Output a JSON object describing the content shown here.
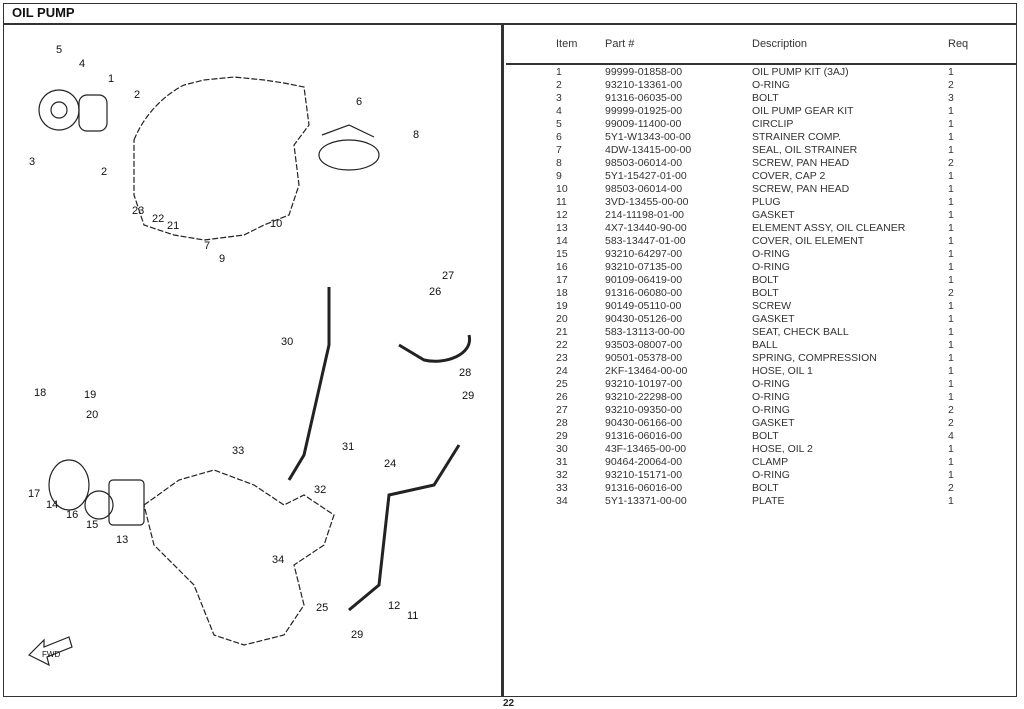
{
  "page": {
    "title": "OIL PUMP",
    "page_number": "22"
  },
  "table": {
    "headers": {
      "item": "Item",
      "part": "Part #",
      "description": "Description",
      "req": "Req"
    },
    "rows": [
      {
        "item": "1",
        "part": "99999-01858-00",
        "description": "OIL PUMP KIT (3AJ)",
        "req": "1"
      },
      {
        "item": "2",
        "part": "93210-13361-00",
        "description": "O-RING",
        "req": "2"
      },
      {
        "item": "3",
        "part": "91316-06035-00",
        "description": "BOLT",
        "req": "3"
      },
      {
        "item": "4",
        "part": "99999-01925-00",
        "description": "OIL PUMP GEAR KIT",
        "req": "1"
      },
      {
        "item": "5",
        "part": "99009-11400-00",
        "description": "CIRCLIP",
        "req": "1"
      },
      {
        "item": "6",
        "part": "5Y1-W1343-00-00",
        "description": "STRAINER COMP.",
        "req": "1"
      },
      {
        "item": "7",
        "part": "4DW-13415-00-00",
        "description": "SEAL, OIL STRAINER",
        "req": "1"
      },
      {
        "item": "8",
        "part": "98503-06014-00",
        "description": "SCREW, PAN HEAD",
        "req": "2"
      },
      {
        "item": "9",
        "part": "5Y1-15427-01-00",
        "description": "COVER, CAP 2",
        "req": "1"
      },
      {
        "item": "10",
        "part": "98503-06014-00",
        "description": "SCREW, PAN HEAD",
        "req": "1"
      },
      {
        "item": "11",
        "part": "3VD-13455-00-00",
        "description": "PLUG",
        "req": "1"
      },
      {
        "item": "12",
        "part": "214-11198-01-00",
        "description": "GASKET",
        "req": "1"
      },
      {
        "item": "13",
        "part": "4X7-13440-90-00",
        "description": "ELEMENT ASSY, OIL CLEANER",
        "req": "1"
      },
      {
        "item": "14",
        "part": "583-13447-01-00",
        "description": "COVER, OIL ELEMENT",
        "req": "1"
      },
      {
        "item": "15",
        "part": "93210-64297-00",
        "description": "O-RING",
        "req": "1"
      },
      {
        "item": "16",
        "part": "93210-07135-00",
        "description": "O-RING",
        "req": "1"
      },
      {
        "item": "17",
        "part": "90109-06419-00",
        "description": "BOLT",
        "req": "1"
      },
      {
        "item": "18",
        "part": "91316-06080-00",
        "description": "BOLT",
        "req": "2"
      },
      {
        "item": "19",
        "part": "90149-05110-00",
        "description": "SCREW",
        "req": "1"
      },
      {
        "item": "20",
        "part": "90430-05126-00",
        "description": "GASKET",
        "req": "1"
      },
      {
        "item": "21",
        "part": "583-13113-00-00",
        "description": "SEAT, CHECK BALL",
        "req": "1"
      },
      {
        "item": "22",
        "part": "93503-08007-00",
        "description": "BALL",
        "req": "1"
      },
      {
        "item": "23",
        "part": "90501-05378-00",
        "description": "SPRING, COMPRESSION",
        "req": "1"
      },
      {
        "item": "24",
        "part": "2KF-13464-00-00",
        "description": "HOSE, OIL 1",
        "req": "1"
      },
      {
        "item": "25",
        "part": "93210-10197-00",
        "description": "O-RING",
        "req": "1"
      },
      {
        "item": "26",
        "part": "93210-22298-00",
        "description": "O-RING",
        "req": "1"
      },
      {
        "item": "27",
        "part": "93210-09350-00",
        "description": "O-RING",
        "req": "2"
      },
      {
        "item": "28",
        "part": "90430-06166-00",
        "description": "GASKET",
        "req": "2"
      },
      {
        "item": "29",
        "part": "91316-06016-00",
        "description": "BOLT",
        "req": "4"
      },
      {
        "item": "30",
        "part": "43F-13465-00-00",
        "description": "HOSE, OIL 2",
        "req": "1"
      },
      {
        "item": "31",
        "part": "90464-20064-00",
        "description": "CLAMP",
        "req": "1"
      },
      {
        "item": "32",
        "part": "93210-15171-00",
        "description": "O-RING",
        "req": "1"
      },
      {
        "item": "33",
        "part": "91316-06016-00",
        "description": "BOLT",
        "req": "2"
      },
      {
        "item": "34",
        "part": "5Y1-13371-00-00",
        "description": "PLATE",
        "req": "1"
      }
    ]
  },
  "diagram": {
    "callouts": [
      "5",
      "4",
      "1",
      "2",
      "3",
      "2",
      "6",
      "8",
      "23",
      "22",
      "21",
      "7",
      "9",
      "10",
      "27",
      "26",
      "30",
      "28",
      "29",
      "18",
      "19",
      "20",
      "33",
      "31",
      "17",
      "14",
      "16",
      "15",
      "13",
      "24",
      "32",
      "34",
      "25",
      "12",
      "11",
      "29"
    ],
    "fwd_label": "FWD"
  }
}
